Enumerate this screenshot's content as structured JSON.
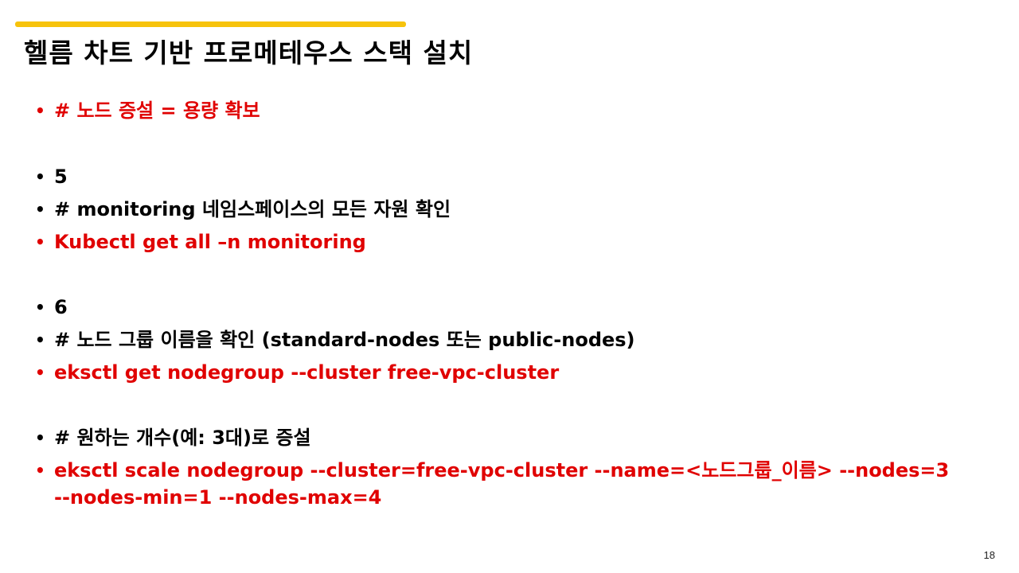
{
  "slide": {
    "accent_color": "#F7C30C",
    "title": "헬름 차트 기반 프로메테우스 스택 설치",
    "page_number": "18",
    "colors": {
      "black": "#000000",
      "red": "#E00000"
    },
    "bullets": [
      {
        "text": "# 노드 증설 = 용량 확보",
        "color": "red"
      },
      {
        "text": "5",
        "color": "black"
      },
      {
        "text": "# monitoring 네임스페이스의 모든 자원 확인",
        "color": "black"
      },
      {
        "text": "Kubectl get all –n monitoring",
        "color": "red"
      },
      {
        "text": "6",
        "color": "black"
      },
      {
        "text": "# 노드 그룹 이름을 확인 (standard-nodes 또는 public-nodes)",
        "color": "black"
      },
      {
        "text": "eksctl get nodegroup --cluster free-vpc-cluster",
        "color": "red"
      },
      {
        "text": "# 원하는 개수(예: 3대)로 증설",
        "color": "black"
      },
      {
        "text": "eksctl scale nodegroup --cluster=free-vpc-cluster --name=<노드그룹_이름> --nodes=3",
        "continuation": "--nodes-min=1 --nodes-max=4",
        "color": "red"
      }
    ]
  }
}
